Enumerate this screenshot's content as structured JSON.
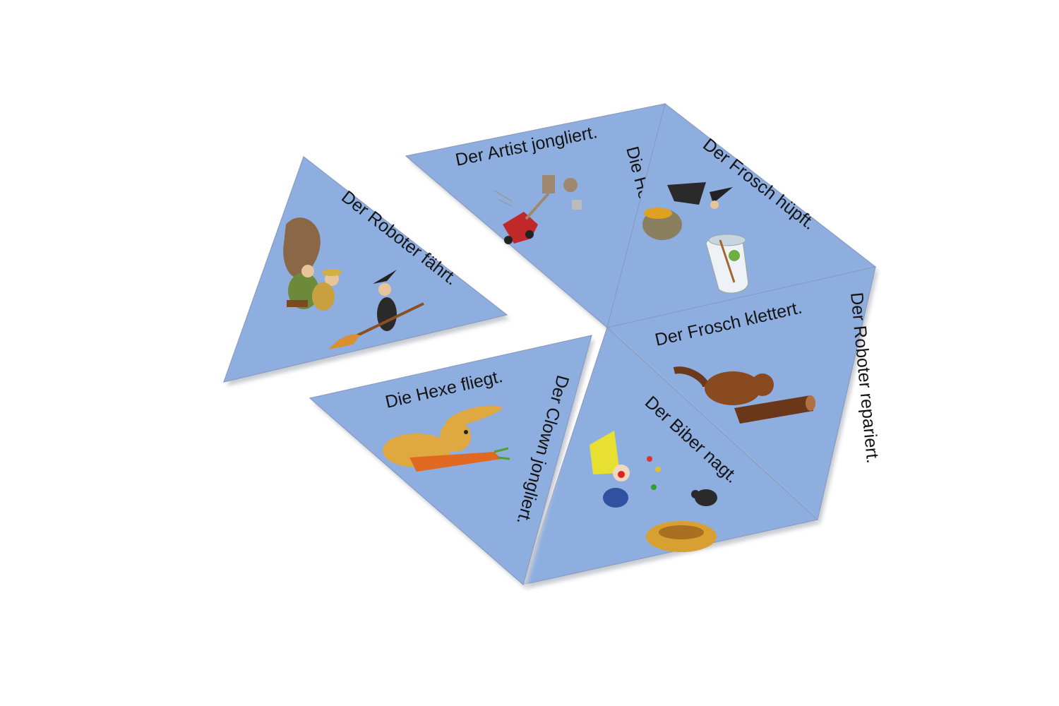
{
  "cards": [
    {
      "id": "left",
      "labels": [
        "Der Roboter fährt."
      ]
    },
    {
      "id": "top-middle",
      "labels": [
        "Der Artist jongliert.",
        "Die Hexe kocht."
      ]
    },
    {
      "id": "top-right",
      "labels": [
        "Der Frosch hüpft."
      ]
    },
    {
      "id": "right",
      "labels": [
        "Der Frosch klettert.",
        "Der Roboter repariert."
      ]
    },
    {
      "id": "bottom-middle",
      "labels": [
        "Der Biber nagt."
      ]
    },
    {
      "id": "bottom-left",
      "labels": [
        "Die Hexe fliegt.",
        "Der Clown jongliert."
      ]
    }
  ],
  "colors": {
    "card_face": "#8eaee0",
    "background": "#ffffff"
  },
  "illustrations": [
    "witch-on-broom-chasing-man",
    "robot-on-red-toy-car",
    "witch-cooking-frog-in-jar",
    "beaver-on-log",
    "clown-juggling-and-bird-nest",
    "rabbit-with-carrot"
  ]
}
